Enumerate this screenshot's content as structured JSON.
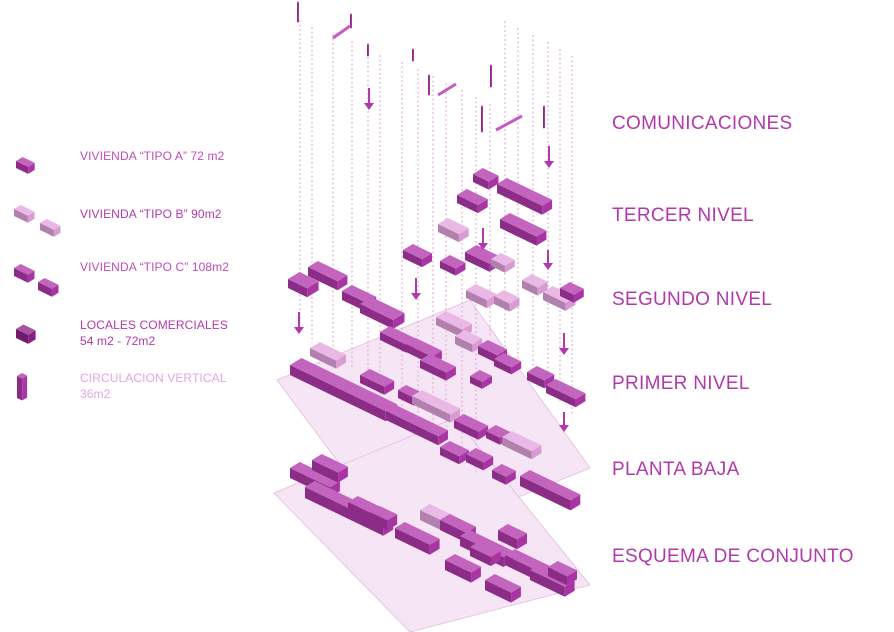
{
  "legend": [
    {
      "label": "VIVIENDA “TIPO A” 72 m2",
      "icon": "block-type-a-icon",
      "color": "#b238ad"
    },
    {
      "label": "VIVIENDA “TIPO B” 90m2",
      "icon": "block-type-b-icon",
      "color": "#e3a4de"
    },
    {
      "label": "VIVIENDA “TIPO C” 108m2",
      "icon": "block-type-c-icon",
      "color": "#c04cbb"
    },
    {
      "label_line1": "LOCALES COMERCIALES",
      "label_line2": "54 m2 - 72m2",
      "icon": "block-commercial-icon",
      "color": "#a42d9f"
    },
    {
      "label_line1": "CIRCULACION VERTICAL",
      "label_line2": "36m2",
      "icon": "tower-icon",
      "color": "#e3a4de"
    }
  ],
  "levels": [
    {
      "label": "COMUNICACIONES"
    },
    {
      "label": "TERCER NIVEL"
    },
    {
      "label": "SEGUNDO NIVEL"
    },
    {
      "label": "PRIMER NIVEL"
    },
    {
      "label": "PLANTA BAJA"
    },
    {
      "label": "ESQUEMA DE CONJUNTO"
    }
  ],
  "colors": {
    "primary": "#b238ad",
    "light": "#e3a4de",
    "dark": "#8e2189",
    "text": "#b238ad"
  }
}
